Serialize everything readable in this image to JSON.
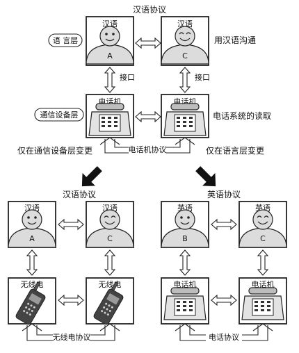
{
  "top": {
    "protocol_label": "汉语协议",
    "layer_language": "语 言层",
    "layer_comm": "通信设备层",
    "interface_left": "接口",
    "interface_right": "接口",
    "left_box_title": "汉语",
    "left_person": "A",
    "right_box_title": "汉语",
    "right_person": "C",
    "right_note": "用汉语沟通",
    "left_device": "电话机",
    "right_device": "电话机",
    "device_note": "电话系统的读取",
    "device_protocol": "电话机协议"
  },
  "change_left": "仅在通信设备层变更",
  "change_right": "仅在语言层变更",
  "bottom_left": {
    "protocol_label": "汉语协议",
    "person1_title": "汉语",
    "person1_letter": "A",
    "person2_title": "汉语",
    "person2_letter": "C",
    "device1_title": "无线电",
    "device2_title": "无线电",
    "device_protocol": "无线电协议"
  },
  "bottom_right": {
    "protocol_label": "英语协议",
    "person1_title": "英语",
    "person1_letter": "B",
    "person2_title": "英语",
    "person2_letter": "C",
    "device1_title": "电话机",
    "device2_title": "电话机",
    "device_protocol": "电话协议"
  }
}
